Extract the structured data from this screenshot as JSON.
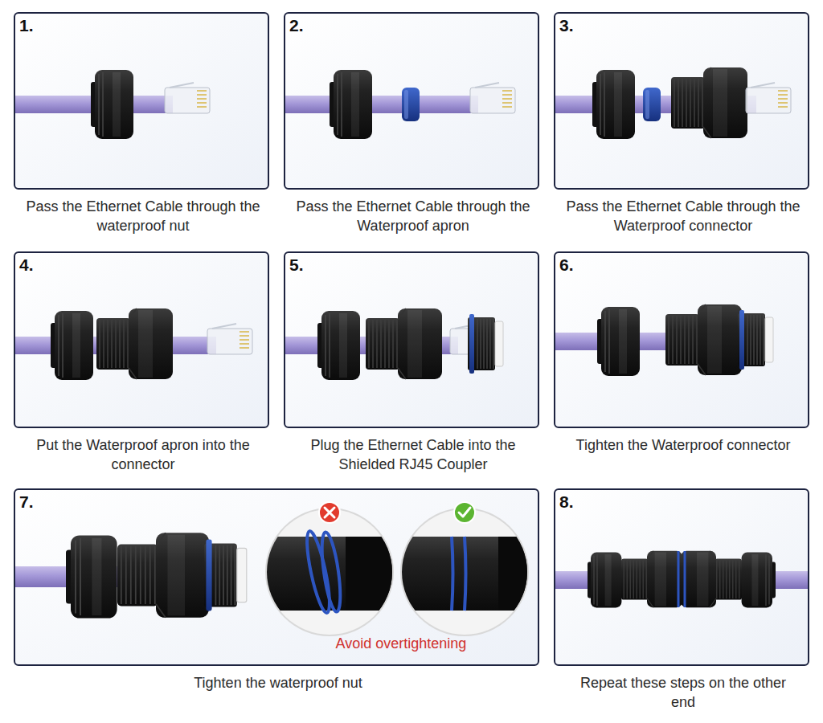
{
  "diagram": {
    "nodes": [
      {
        "text": [
          "1.",
          "Pass the Ethernet Cable through the waterproof nut"
        ]
      },
      {
        "text": [
          "2.",
          "Pass the Ethernet Cable through the Waterproof apron"
        ]
      },
      {
        "text": [
          "3.",
          "Pass the Ethernet Cable through the Waterproof connector"
        ]
      },
      {
        "text": [
          "4.",
          "Put the Waterproof apron into the connector"
        ]
      },
      {
        "text": [
          "5.",
          "Plug the Ethernet Cable into the Shielded RJ45 Coupler"
        ]
      },
      {
        "text": [
          "6.",
          "Tighten the Waterproof connector"
        ]
      },
      {
        "text": [
          "7.",
          "Avoid overtightening",
          "Tighten the waterproof nut"
        ]
      },
      {
        "text": [
          "8.",
          "Repeat these steps on the other end"
        ]
      }
    ]
  }
}
